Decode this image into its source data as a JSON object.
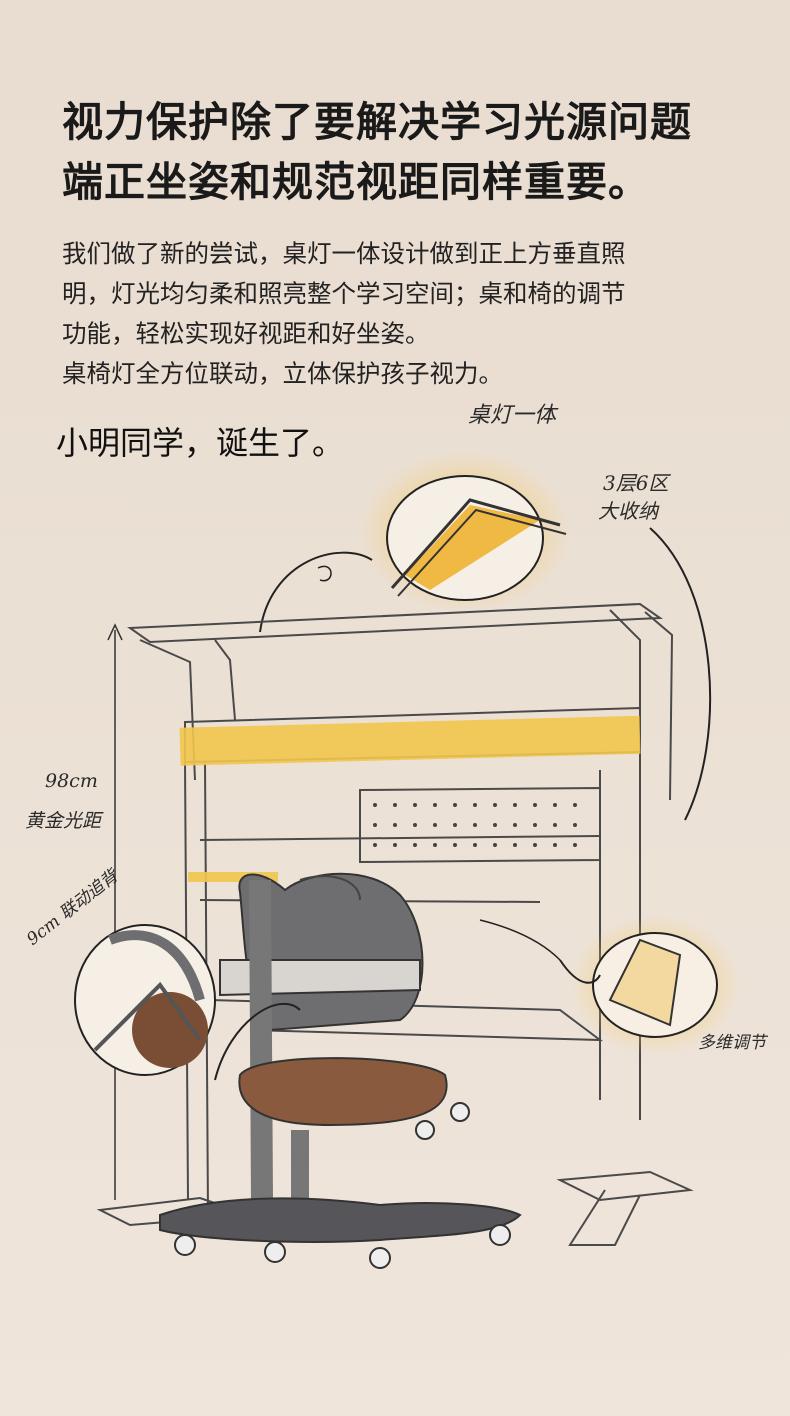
{
  "headline": {
    "line1": "视力保护除了要解决学习光源问题",
    "line2": "端正坐姿和规范视距同样重要。"
  },
  "body": {
    "lines": [
      "我们做了新的尝试，桌灯一体设计做到正上方垂直照",
      "明，灯光均匀柔和照亮整个学习空间；桌和椅的调节",
      "功能，轻松实现好视距和好坐姿。",
      "桌椅灯全方位联动，立体保护孩子视力。"
    ]
  },
  "subtitle": "小明同学，诞生了。",
  "annotations": {
    "desk_lamp": "桌灯一体",
    "storage_line1": "3层6区",
    "storage_line2": "大收纳",
    "height_value": "98cm",
    "height_label": "黄金光距",
    "backrest": "9cm 联动追背",
    "book_stand": "多维调节"
  },
  "colors": {
    "background": "#ebe0d4",
    "lamp_yellow": "#f2c64e",
    "chair_gray": "#6e6e70",
    "seat_brown": "#8a5a3e",
    "sketch_line": "#3a3a3a"
  }
}
